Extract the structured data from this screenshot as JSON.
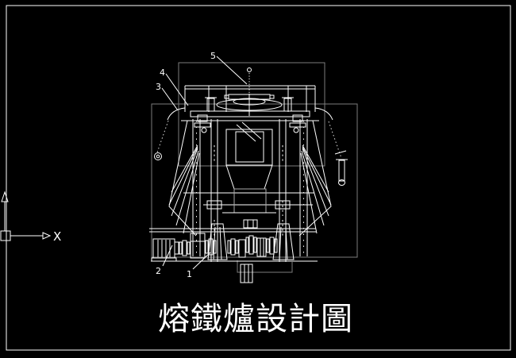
{
  "canvas": {
    "background_color": "#000000",
    "line_color": "#ffffff",
    "construction_color": "#7d7d7d"
  },
  "title_block": {
    "title": "熔鐵爐設計圖"
  },
  "ucs": {
    "x_axis_label": "X"
  },
  "callouts": {
    "c1": "1",
    "c2": "2",
    "c3": "3",
    "c4": "4",
    "c5": "5"
  }
}
